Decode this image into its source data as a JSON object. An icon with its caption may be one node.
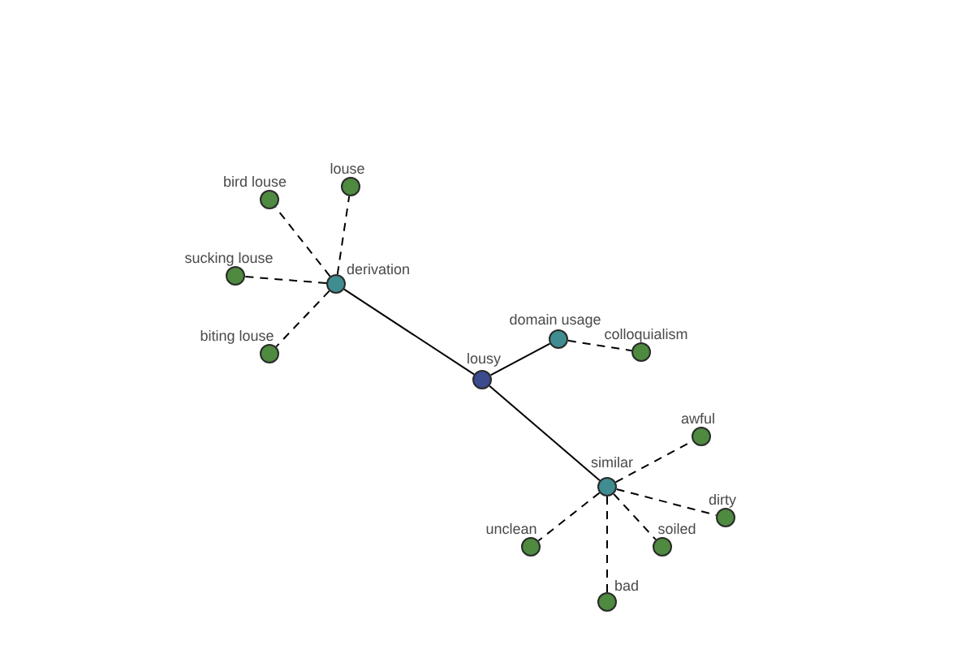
{
  "diagram": {
    "nodes": [
      {
        "text": [
          "louse"
        ]
      },
      {
        "text": [
          "bird louse"
        ]
      },
      {
        "text": [
          "sucking louse"
        ]
      },
      {
        "text": [
          "derivation"
        ]
      },
      {
        "text": [
          "domain usage"
        ]
      },
      {
        "text": [
          "colloquialism"
        ]
      },
      {
        "text": [
          "biting louse"
        ]
      },
      {
        "text": [
          "lousy"
        ]
      },
      {
        "text": [
          "awful"
        ]
      },
      {
        "text": [
          "similar"
        ]
      },
      {
        "text": [
          "dirty"
        ]
      },
      {
        "text": [
          "unclean"
        ]
      },
      {
        "text": [
          "soiled"
        ]
      },
      {
        "text": [
          "bad"
        ]
      }
    ],
    "edges": [
      {
        "from": 7,
        "to": 3,
        "arrow": "none"
      },
      {
        "from": 7,
        "to": 4,
        "arrow": "none"
      },
      {
        "from": 7,
        "to": 9,
        "arrow": "none"
      },
      {
        "from": 3,
        "to": 0,
        "arrow": "none",
        "style": "dashed"
      },
      {
        "from": 3,
        "to": 1,
        "arrow": "none",
        "style": "dashed"
      },
      {
        "from": 3,
        "to": 2,
        "arrow": "none",
        "style": "dashed"
      },
      {
        "from": 3,
        "to": 6,
        "arrow": "none",
        "style": "dashed"
      },
      {
        "from": 4,
        "to": 5,
        "arrow": "none",
        "style": "dashed"
      },
      {
        "from": 9,
        "to": 8,
        "arrow": "none",
        "style": "dashed"
      },
      {
        "from": 9,
        "to": 10,
        "arrow": "none",
        "style": "dashed"
      },
      {
        "from": 9,
        "to": 11,
        "arrow": "none",
        "style": "dashed"
      },
      {
        "from": 9,
        "to": 12,
        "arrow": "none",
        "style": "dashed"
      },
      {
        "from": 9,
        "to": 13,
        "arrow": "none",
        "style": "dashed"
      }
    ]
  }
}
